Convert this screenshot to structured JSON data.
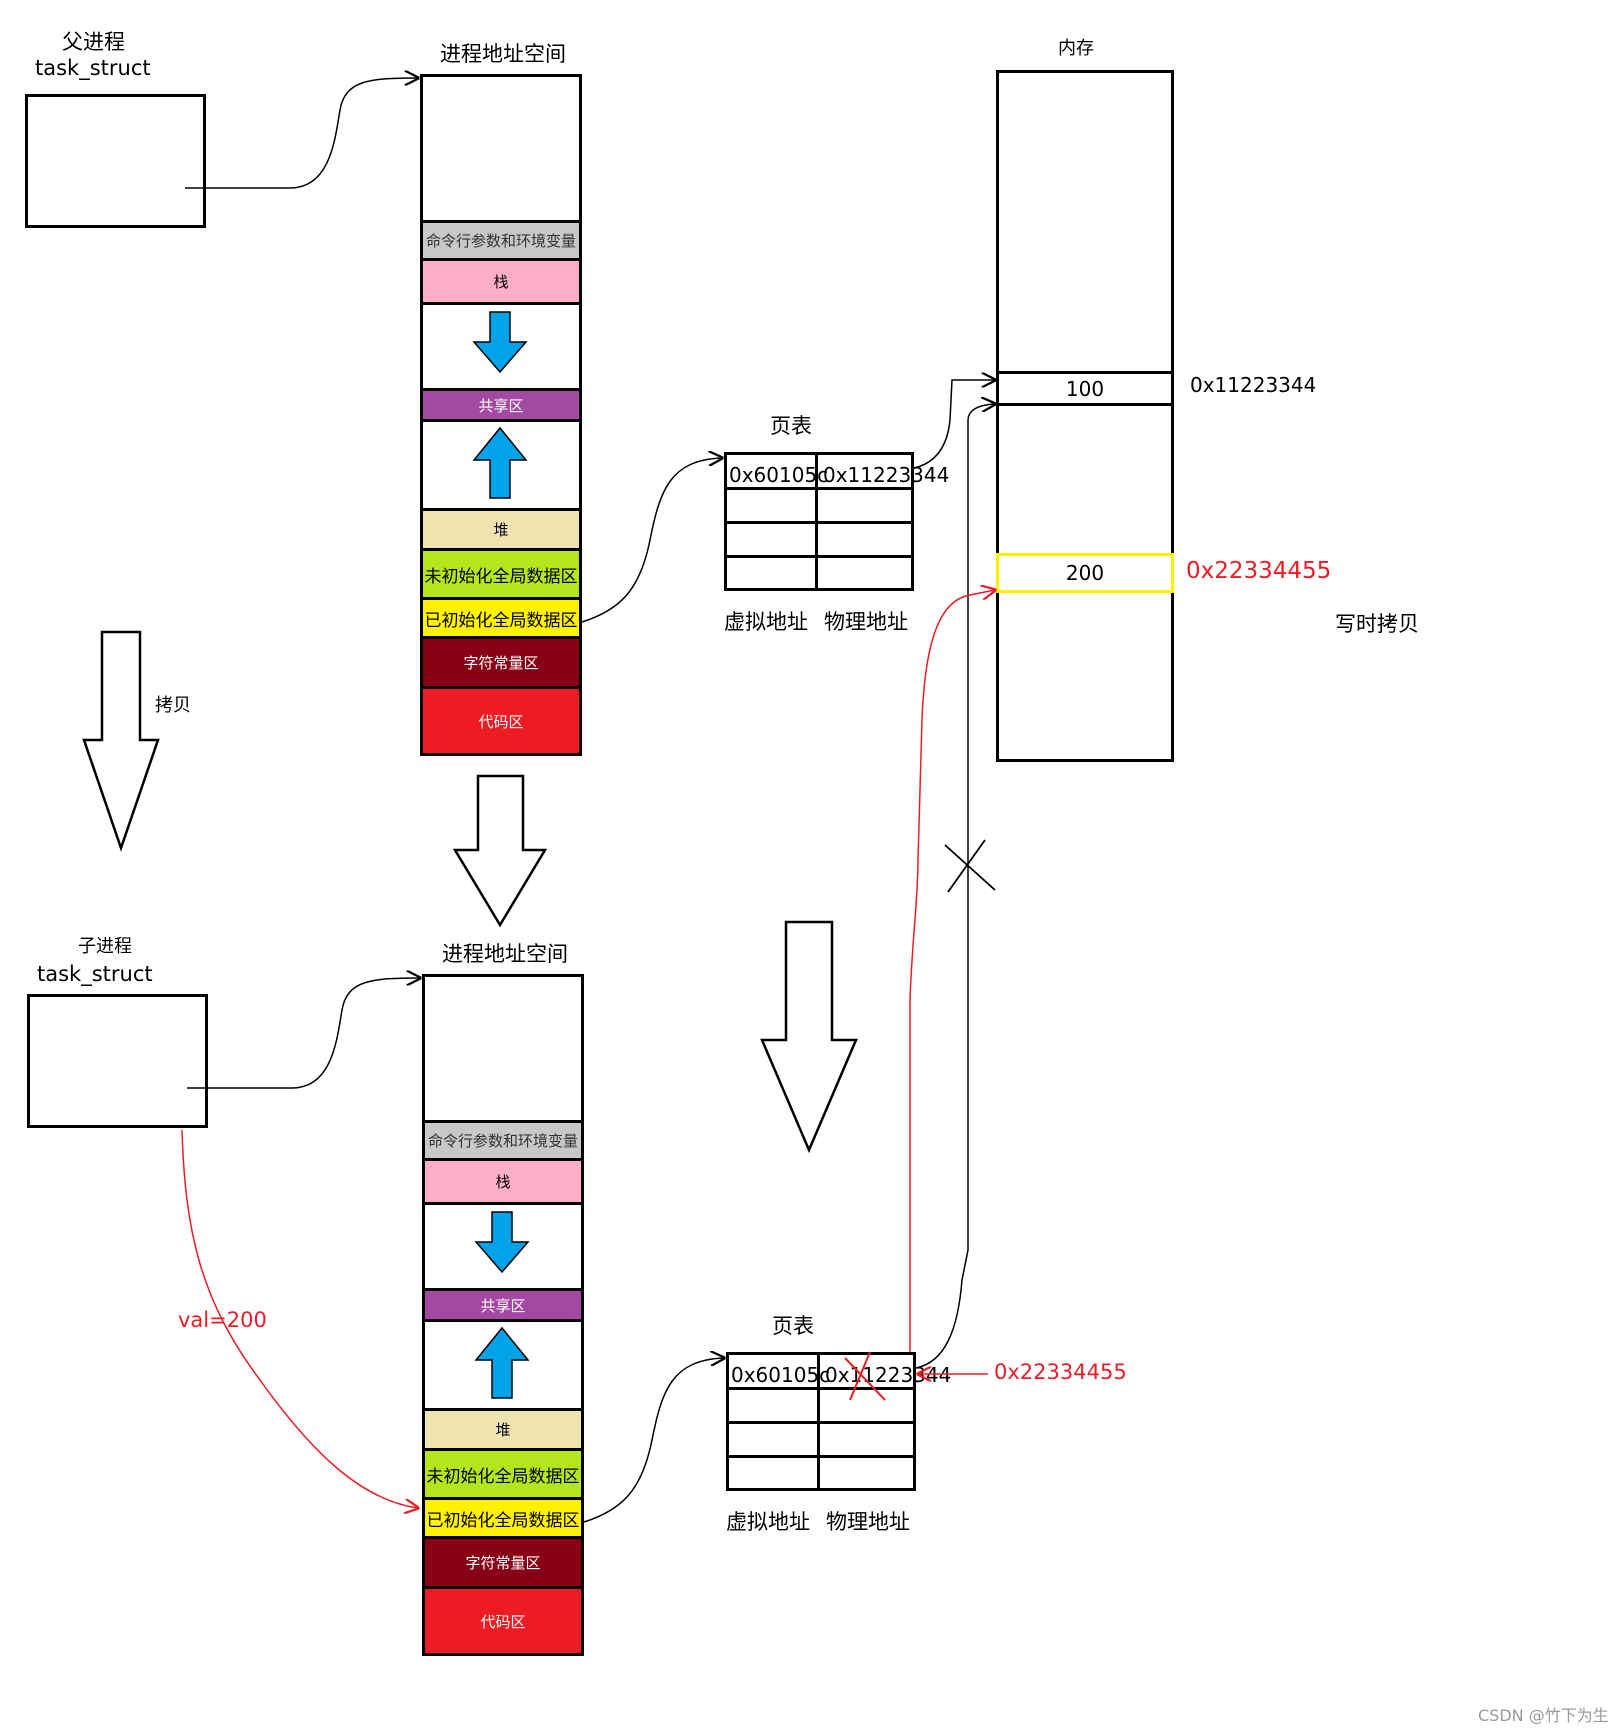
{
  "parent": {
    "title": "父进程",
    "struct_label": "task_struct",
    "addr_space_title": "进程地址空间",
    "segments": [
      "命令行参数和环境变量",
      "栈",
      "共享区",
      "堆",
      "未初始化全局数据区",
      "已初始化全局数据区",
      "字符常量区",
      "代码区"
    ],
    "page_table_title": "页表",
    "pt_virtual": "0x60105c",
    "pt_physical": "0x11223344",
    "col_virtual": "虚拟地址",
    "col_physical": "物理地址"
  },
  "copy_label": "拷贝",
  "child": {
    "title": "子进程",
    "struct_label": "task_struct",
    "addr_space_title": "进程地址空间",
    "segments": [
      "命令行参数和环境变量",
      "栈",
      "共享区",
      "堆",
      "未初始化全局数据区",
      "已初始化全局数据区",
      "字符常量区",
      "代码区"
    ],
    "page_table_title": "页表",
    "pt_virtual": "0x60105c",
    "pt_physical": "0x11223344",
    "col_virtual": "虚拟地址",
    "col_physical": "物理地址",
    "write_label": "val=200",
    "new_physical": "0x22334455"
  },
  "memory": {
    "title": "内存",
    "slot1_value": "100",
    "slot1_addr": "0x11223344",
    "slot2_value": "200",
    "slot2_addr": "0x22334455"
  },
  "cow_label": "写时拷贝",
  "watermark": "CSDN @竹下为生",
  "colors": {
    "args": "#c8c8c8",
    "stack": "#ffaec9",
    "shared": "#a349a4",
    "heap": "#efe4b0",
    "bss": "#b5e61d",
    "data": "#fff200",
    "rodata": "#880015",
    "text": "#ed1c24",
    "blue_arrow": "#00a2e8",
    "red": "#ed1c24",
    "highlight": "#fff200"
  }
}
